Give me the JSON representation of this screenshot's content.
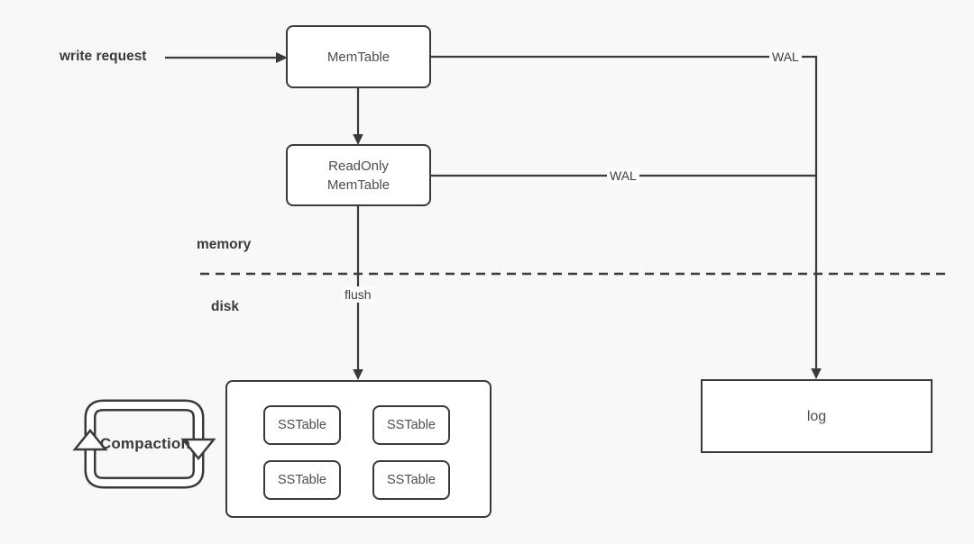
{
  "diagram": {
    "background_color": "#f8f8f9",
    "line_color": "#3a3a3a",
    "box_fill": "#ffffff",
    "box_label_color": "#4d4d4d",
    "nodes": {
      "memtable": "MemTable",
      "readonly_memtable_line1": "ReadOnly",
      "readonly_memtable_line2": "MemTable",
      "log": "log"
    },
    "sstables": [
      "SSTable",
      "SSTable",
      "SSTable",
      "SSTable"
    ],
    "edge_labels": {
      "write_request": "write request",
      "wal_top": "WAL",
      "wal_middle": "WAL",
      "flush": "flush",
      "compaction": "Compaction"
    },
    "region_labels": {
      "memory": "memory",
      "disk": "disk"
    }
  }
}
